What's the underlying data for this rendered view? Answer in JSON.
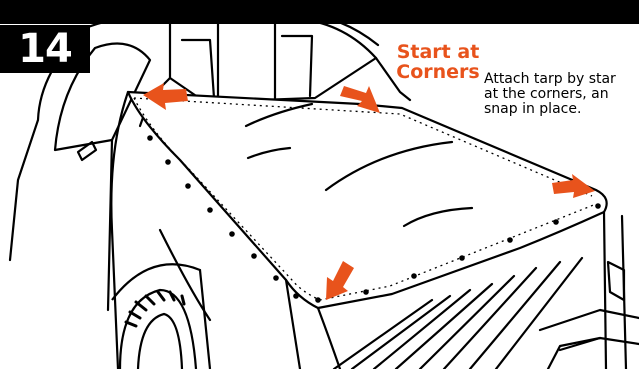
{
  "step": {
    "number": "14",
    "heading_line1": "Start at",
    "heading_line2": "Corners",
    "instruction_line1": "Attach tarp by star",
    "instruction_line2": "at the corners, an",
    "instruction_line3": "snap in place."
  },
  "colors": {
    "accent": "#e8531c",
    "badge_background": "#000000",
    "line": "#000000"
  },
  "icons": [
    "arrow-icon"
  ]
}
